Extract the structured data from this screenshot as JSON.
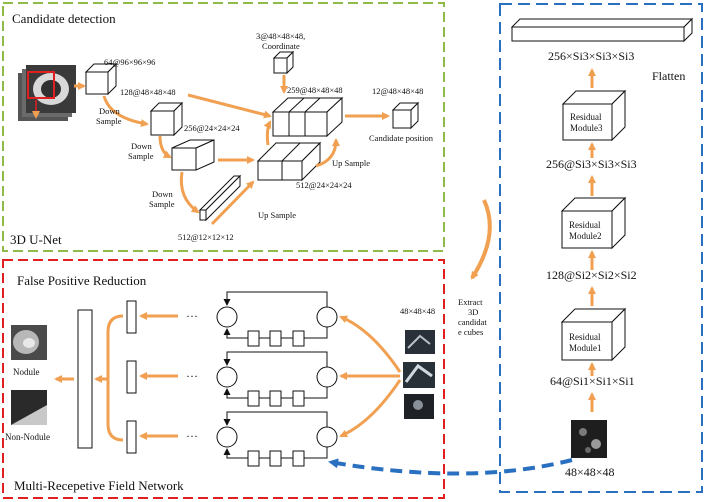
{
  "colors": {
    "candidate_border": "#8fbc48",
    "fpr_border": "#e02020",
    "residual_border": "#2a70c0",
    "arrow": "#f0a050",
    "dashed_arrow": "#2a70c0"
  },
  "candidate": {
    "title": "Candidate detection",
    "subtitle": "3D U-Net",
    "labels": {
      "input": "64@96×96×96",
      "coord": "3@48×48×48,",
      "coord2": "Coordinate",
      "enc1": "128@48×48×48",
      "enc2": "256@24×24×24",
      "enc3": "512@12×12×12",
      "dec1": "259@48×48×48",
      "dec2": "512@24×24×24",
      "out": "12@48×48×48",
      "out_label": "Candidate position",
      "down1a": "Down",
      "down1b": "Sample",
      "down2a": "Down",
      "down2b": "Sample",
      "down3a": "Down",
      "down3b": "Sample",
      "up1": "Up Sample",
      "up2": "Up Sample"
    }
  },
  "fpr": {
    "title": "False Positive Reduction",
    "subtitle": "Multi-Recepetive Field Network",
    "dots": "···",
    "size_label": "48×48×48",
    "nodule": "Nodule",
    "non_nodule": "Non-Nodule"
  },
  "extract": [
    "Extract",
    "3D",
    "candidat",
    "e cubes"
  ],
  "residual": {
    "flatten": "Flatten",
    "top": "256×Si3×Si3×Si3",
    "mod1": [
      "Residual",
      "Module1"
    ],
    "mod2": [
      "Residual",
      "Module2"
    ],
    "mod3": [
      "Residual",
      "Module3"
    ],
    "s1": "64@Si1×Si1×Si1",
    "s2": "128@Si2×Si2×Si2",
    "s3": "256@Si3×Si3×Si3",
    "input": "48×48×48"
  }
}
